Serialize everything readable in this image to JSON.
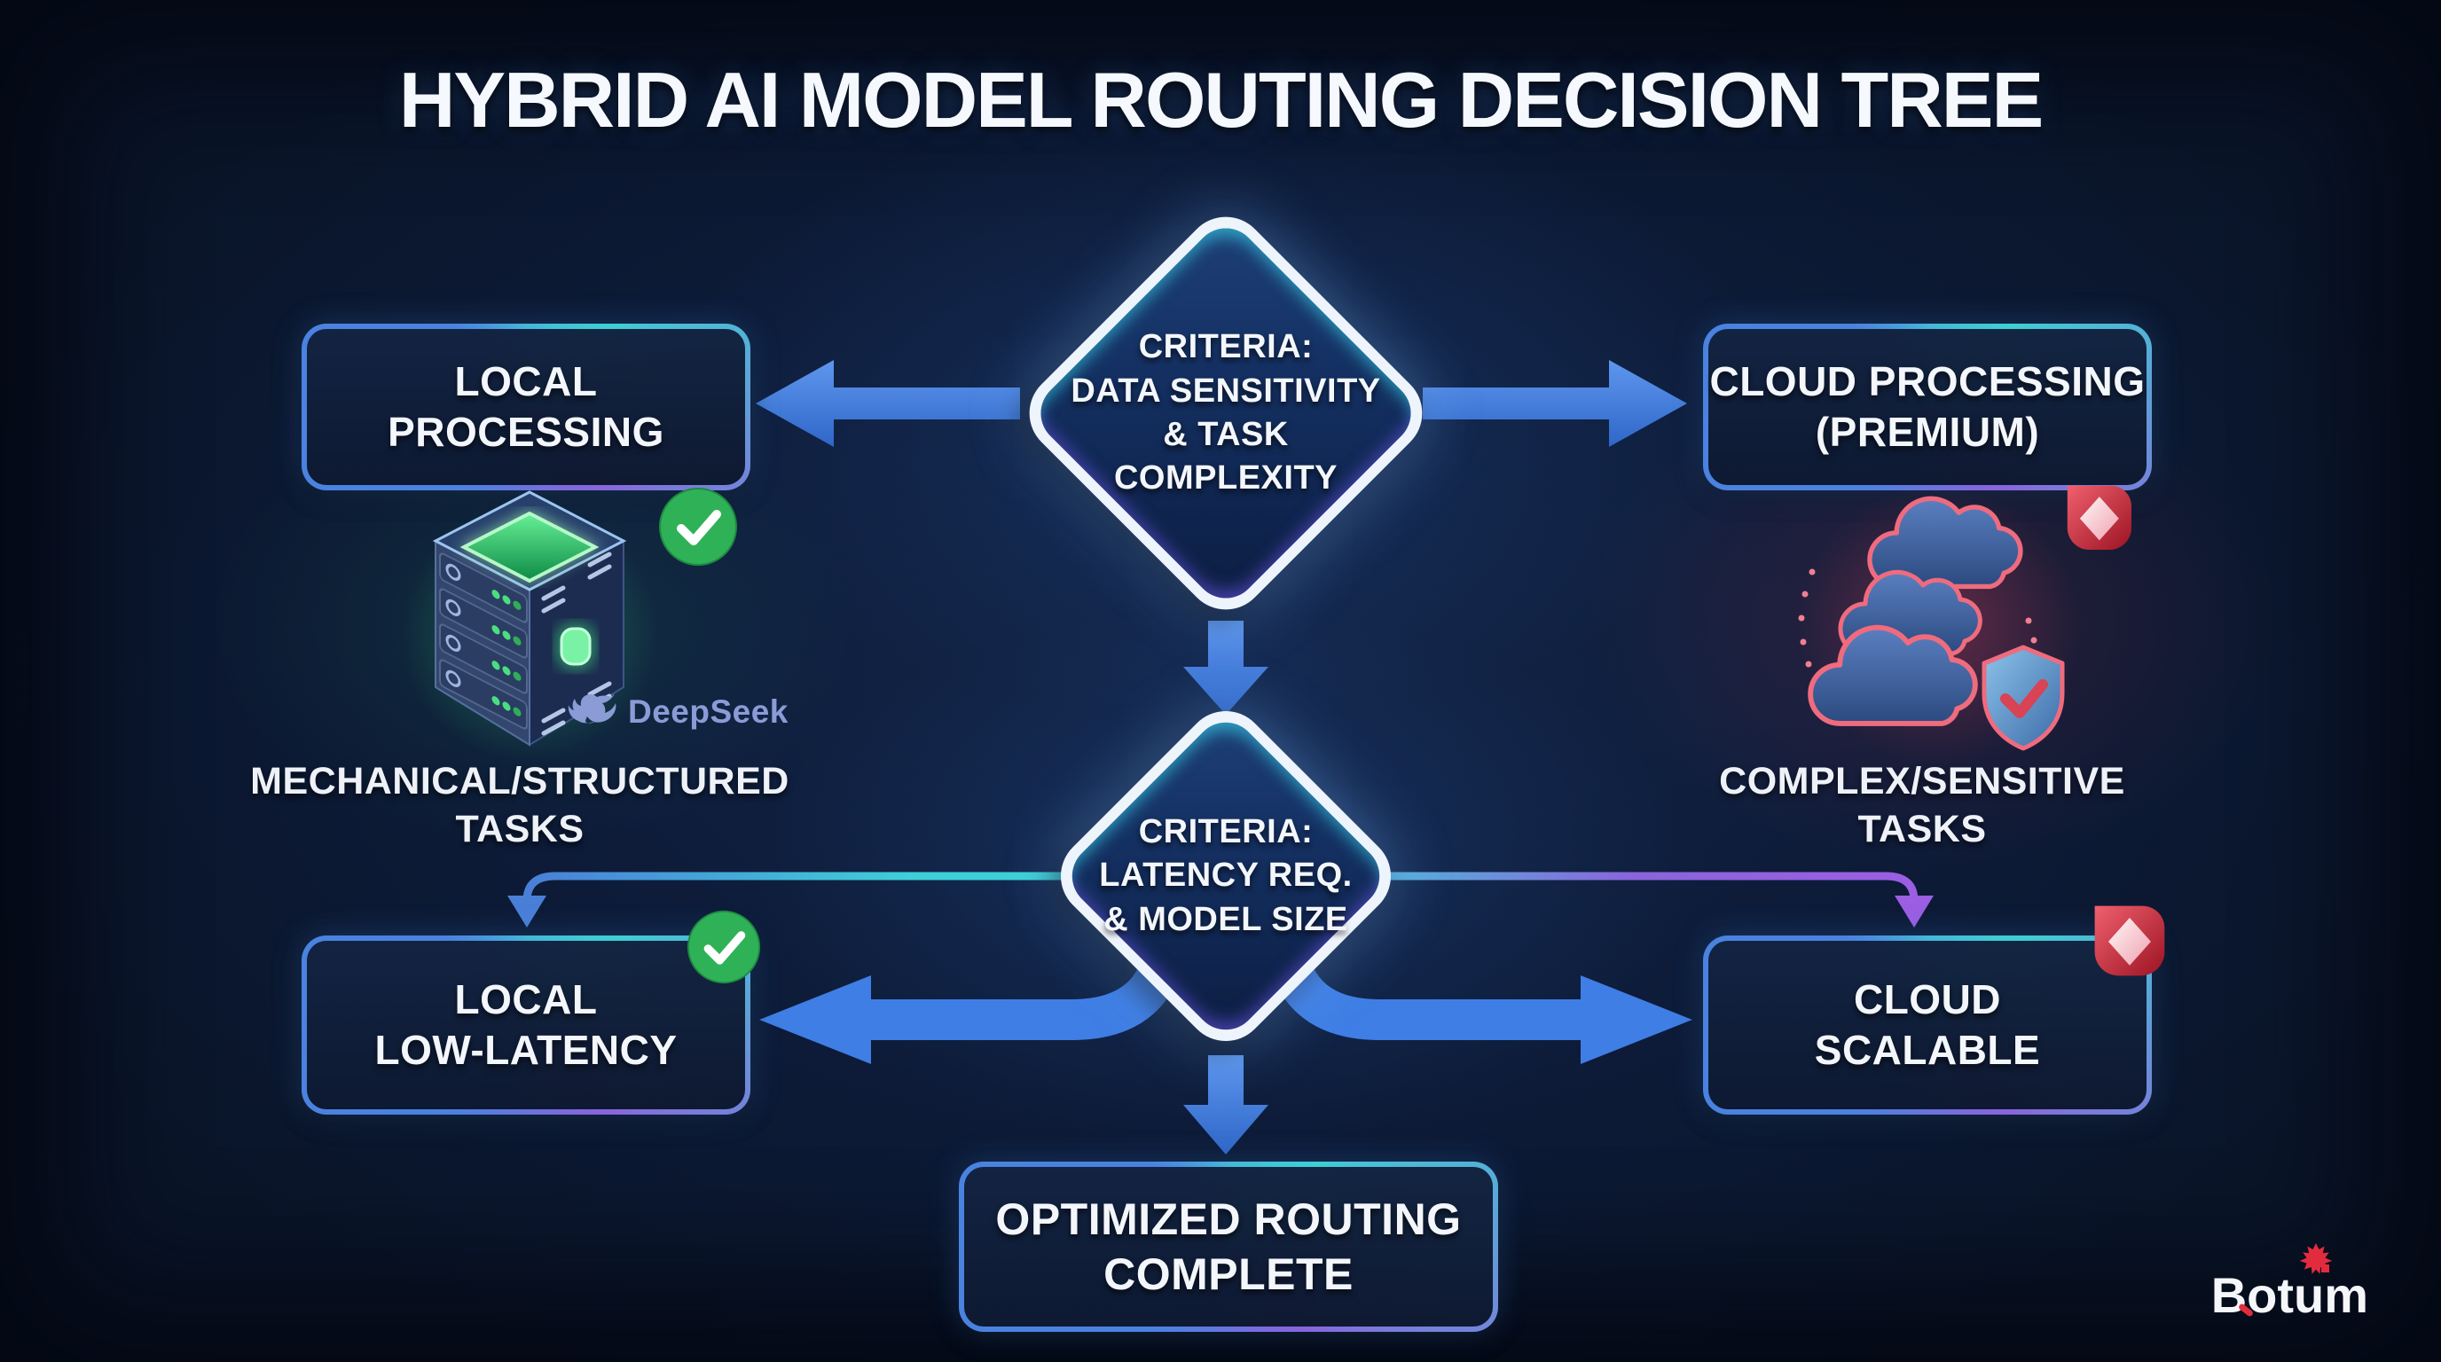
{
  "title": "HYBRID AI MODEL ROUTING DECISION TREE",
  "decisions": {
    "first": {
      "line1": "CRITERIA:",
      "line2": "DATA SENSITIVITY",
      "line3": "& TASK",
      "line4": "COMPLEXITY"
    },
    "second": {
      "line1": "CRITERIA:",
      "line2": "LATENCY REQ.",
      "line3": "& MODEL SIZE"
    }
  },
  "nodes": {
    "local_processing": {
      "line1": "LOCAL",
      "line2": "PROCESSING"
    },
    "cloud_processing": {
      "line1": "CLOUD PROCESSING",
      "line2": "(PREMIUM)"
    },
    "local_low_latency": {
      "line1": "LOCAL",
      "line2": "LOW-LATENCY"
    },
    "cloud_scalable": {
      "line1": "CLOUD",
      "line2": "SCALABLE"
    },
    "complete": {
      "line1": "OPTIMIZED ROUTING",
      "line2": "COMPLETE"
    }
  },
  "captions": {
    "left": {
      "line1": "MECHANICAL/STRUCTURED",
      "line2": "TASKS"
    },
    "right": {
      "line1": "COMPLEX/SENSITIVE",
      "line2": "TASKS"
    }
  },
  "logos": {
    "deepseek": "DeepSeek",
    "botum": "Botum"
  },
  "colors": {
    "background": "#0d1b38",
    "arrow_blue": "#3f7ee4",
    "accent_teal": "#3ecfd4",
    "accent_purple": "#9a5fe0",
    "accent_green": "#2fb257",
    "accent_red": "#d8394a",
    "deepseek_blue": "#8a9bd6"
  }
}
